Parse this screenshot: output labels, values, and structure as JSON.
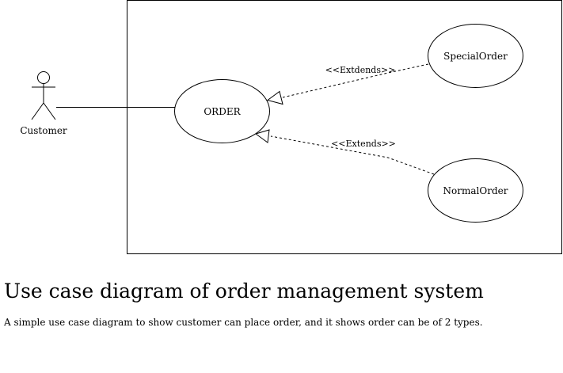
{
  "diagram": {
    "actor": {
      "label": "Customer"
    },
    "use_cases": {
      "order": "ORDER",
      "special_order": "SpecialOrder",
      "normal_order": "NormalOrder"
    },
    "relations": {
      "special_extend_label": "<<Extdends>>",
      "normal_extend_label": "<<Extends>>"
    }
  },
  "page": {
    "heading": "Use case diagram of order management system",
    "description": "A simple use case diagram to show customer can place order, and it shows order can be of 2 types."
  }
}
